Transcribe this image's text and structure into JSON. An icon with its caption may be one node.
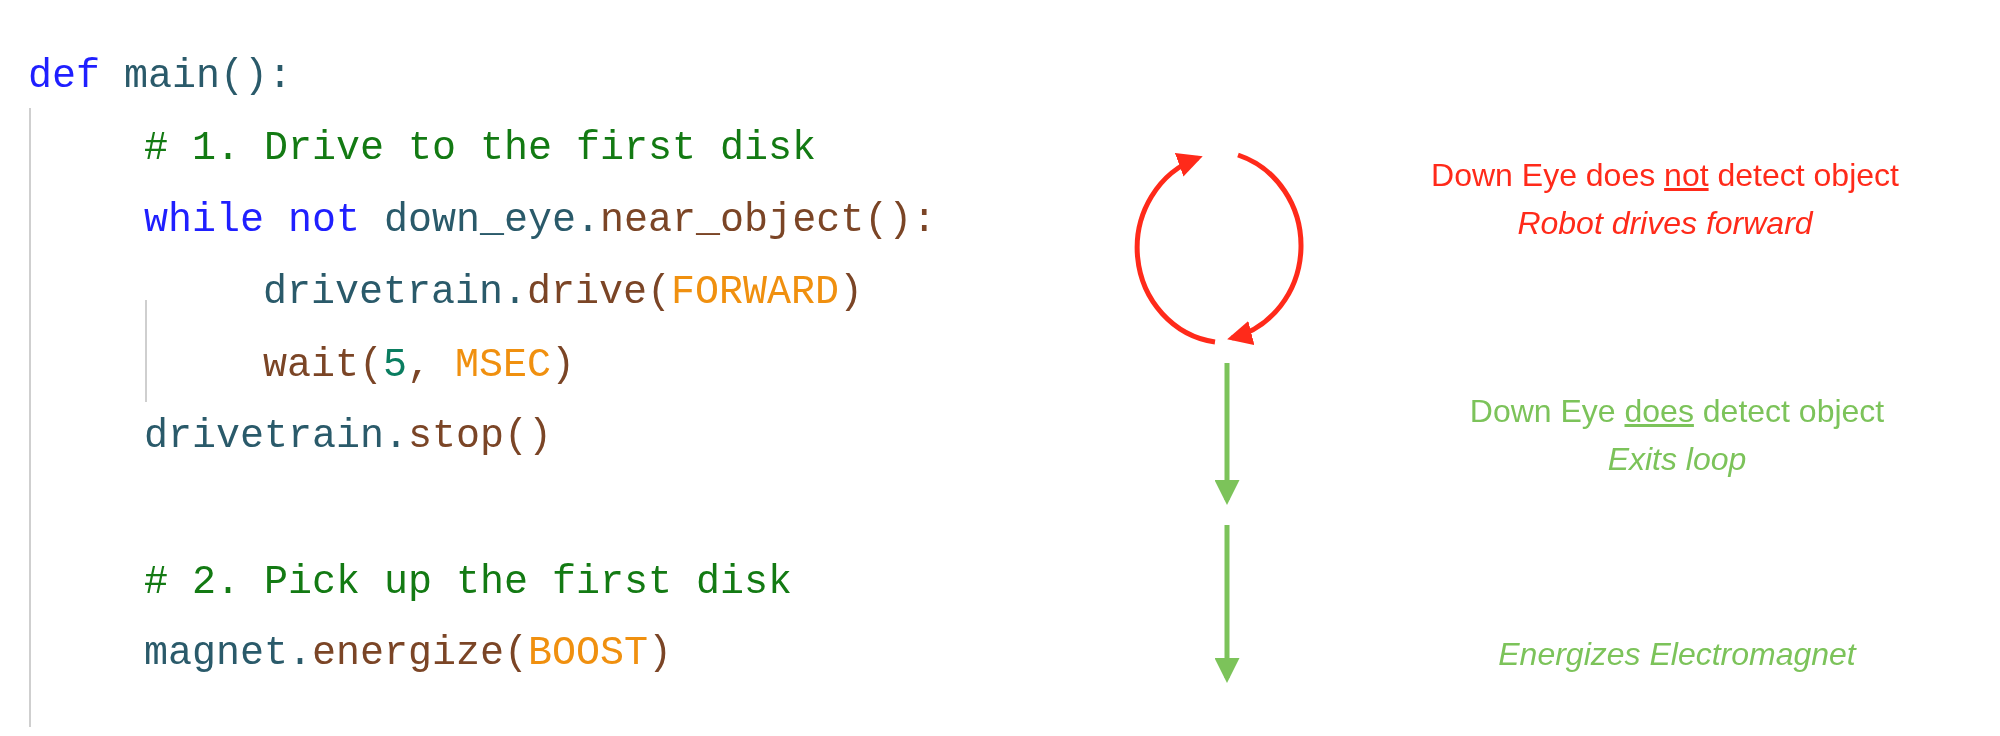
{
  "diagram": {
    "labels": [
      "def main():",
      "# 1. Drive to the first disk",
      "while not down_eye.near_object():",
      "drivetrain.drive(FORWARD)",
      "wait(5, MSEC)",
      "drivetrain.stop()",
      "# 2. Pick up the first disk",
      "magnet.energize(BOOST)",
      "Down Eye does not detect object",
      "Robot drives forward",
      "Down Eye does detect object",
      "Exits loop",
      "Energizes Electromagnet"
    ]
  }
}
